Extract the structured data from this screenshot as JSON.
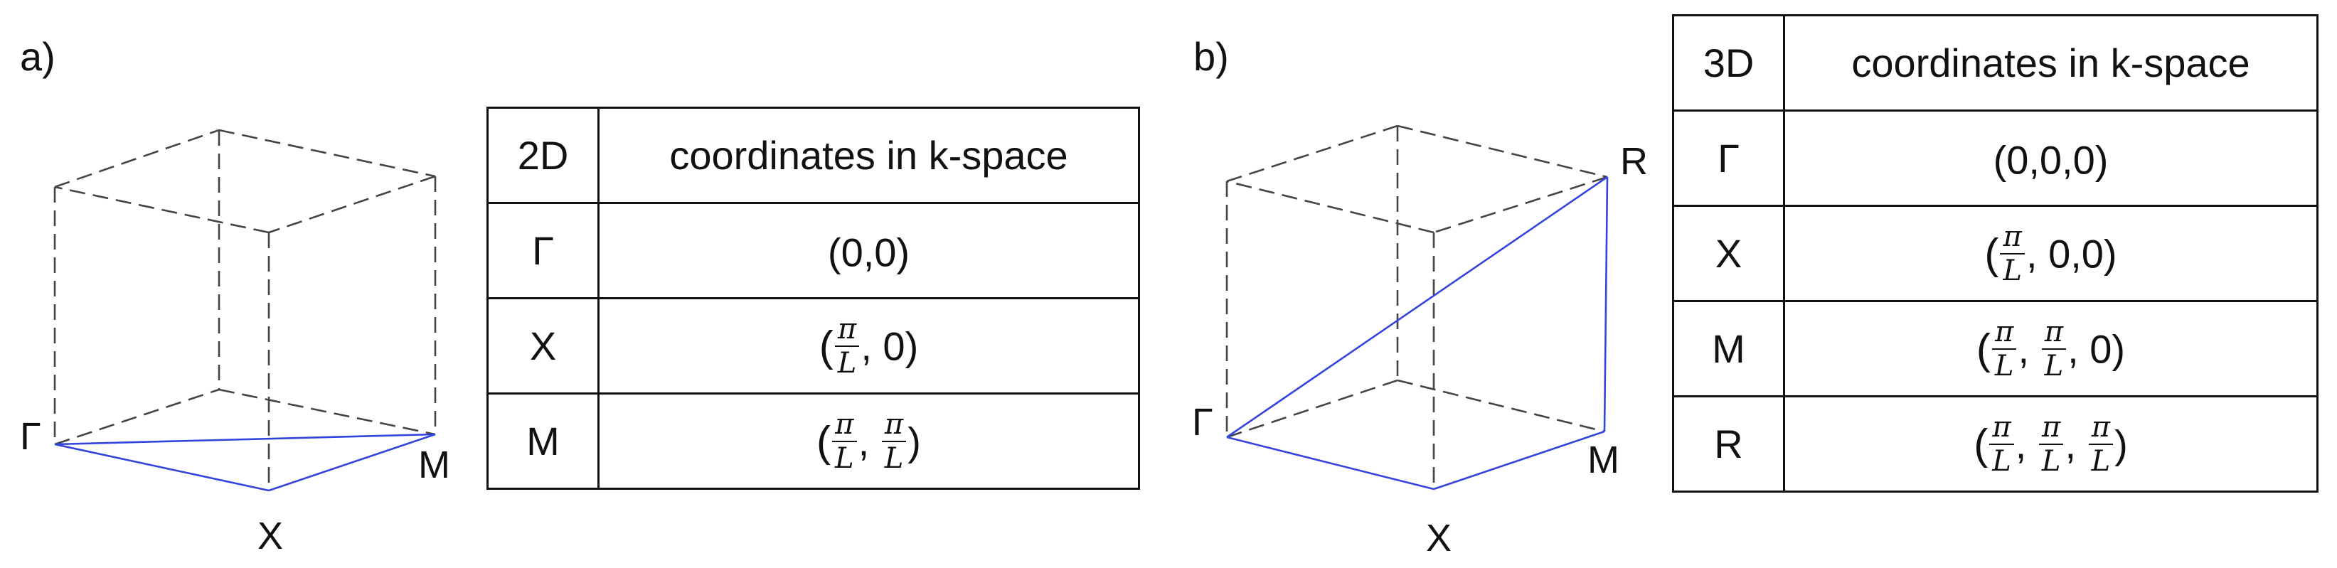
{
  "panel_a": {
    "label": "a)",
    "points": {
      "gamma": "Γ",
      "x": "X",
      "m": "M"
    },
    "table": {
      "header": [
        "2D",
        "coordinates in k-space"
      ],
      "rows": [
        {
          "point": "Γ",
          "prefix": "(0,0)",
          "fractions": [],
          "suffix": ""
        },
        {
          "point": "X",
          "prefix": "(",
          "fractions": [
            {
              "num": "π",
              "den": "L"
            }
          ],
          "suffix": ", 0)"
        },
        {
          "point": "M",
          "prefix": "(",
          "fractions": [
            {
              "num": "π",
              "den": "L"
            },
            {
              "num": "π",
              "den": "L"
            }
          ],
          "suffix": ")"
        }
      ]
    }
  },
  "panel_b": {
    "label": "b)",
    "points": {
      "gamma": "Γ",
      "x": "X",
      "m": "M",
      "r": "R"
    },
    "table": {
      "header": [
        "3D",
        "coordinates in k-space"
      ],
      "rows": [
        {
          "point": "Γ",
          "prefix": "(0,0,0)",
          "fractions": [],
          "suffix": ""
        },
        {
          "point": "X",
          "prefix": "(",
          "fractions": [
            {
              "num": "π",
              "den": "L"
            }
          ],
          "suffix": ", 0,0)"
        },
        {
          "point": "M",
          "prefix": "(",
          "fractions": [
            {
              "num": "π",
              "den": "L"
            },
            {
              "num": "π",
              "den": "L"
            }
          ],
          "suffix": ", 0)"
        },
        {
          "point": "R",
          "prefix": "(",
          "fractions": [
            {
              "num": "π",
              "den": "L"
            },
            {
              "num": "π",
              "den": "L"
            },
            {
              "num": "π",
              "den": "L"
            }
          ],
          "suffix": ")"
        }
      ]
    }
  },
  "colors": {
    "path": "#3344dd",
    "edges": "#444444"
  }
}
